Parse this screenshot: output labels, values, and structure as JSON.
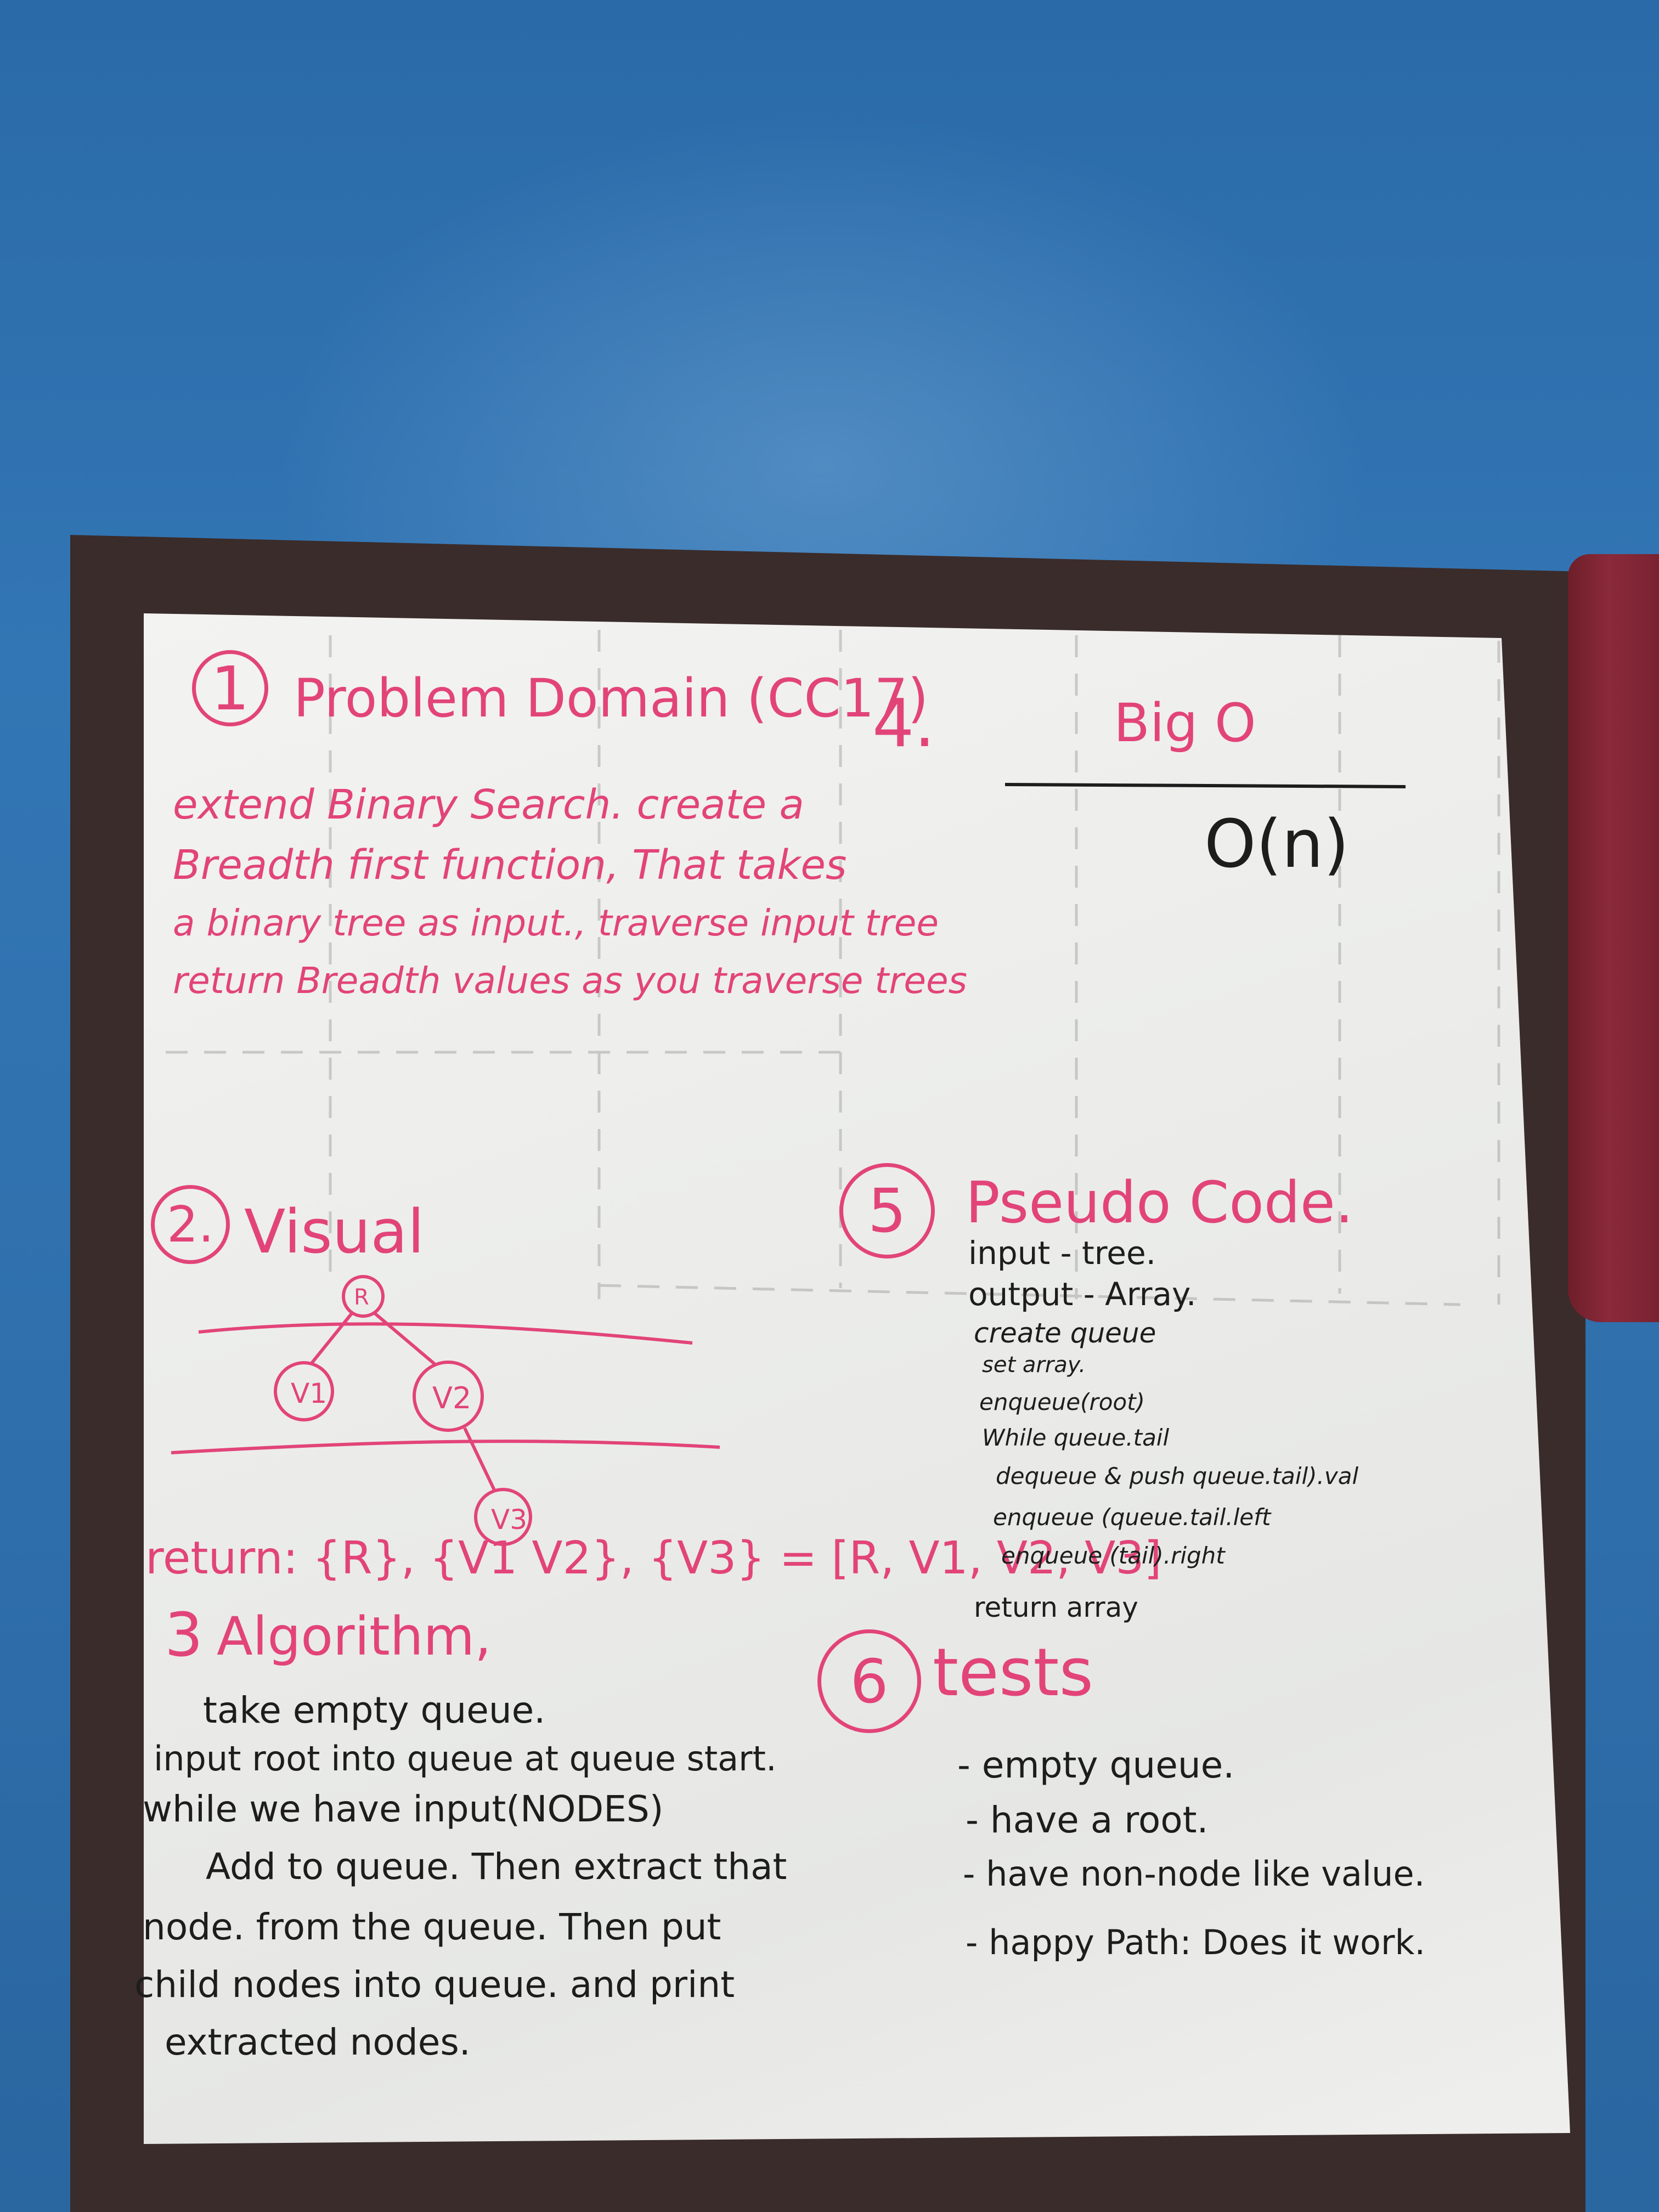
{
  "sections": {
    "problem_domain": {
      "number": "1",
      "heading": "Problem Domain (CC17)",
      "lines": [
        "extend  Binary Search. create a",
        "Breadth first function, That takes",
        "a binary tree as input., traverse input tree",
        "return  Breadth values as you traverse trees"
      ]
    },
    "big_o": {
      "number": "4.",
      "heading": "Big O",
      "value": "O(n)"
    },
    "visual": {
      "number": "2.",
      "heading": "Visual",
      "nodes": [
        "R",
        "V1",
        "V2",
        "V3"
      ],
      "return_expr": "return: {R}, {V1 V2}, {V3} = [R, V1, V2, V3]"
    },
    "algorithm": {
      "number": "3",
      "heading": "Algorithm,",
      "lines": [
        "take empty queue.",
        "input root into queue at queue start.",
        "while  we have input(NODES)",
        "Add to queue. Then extract that",
        "node. from the queue. Then put",
        "child nodes into queue. and print",
        "extracted nodes."
      ]
    },
    "pseudo_code": {
      "number": "5",
      "heading": "Pseudo Code.",
      "lines": [
        "input -  tree.",
        "output - Array.",
        "create queue",
        "set array.",
        "enqueue(root)",
        "While queue.tail",
        "dequeue & push  queue.tail).val",
        "enqueue (queue.tail.left",
        "enqueue (tail).right",
        "return array"
      ]
    },
    "tests": {
      "number": "6",
      "heading": "tests",
      "lines": [
        "- empty queue.",
        "- have a root.",
        "- have non-node like value.",
        "- happy Path: Does it work."
      ]
    }
  }
}
